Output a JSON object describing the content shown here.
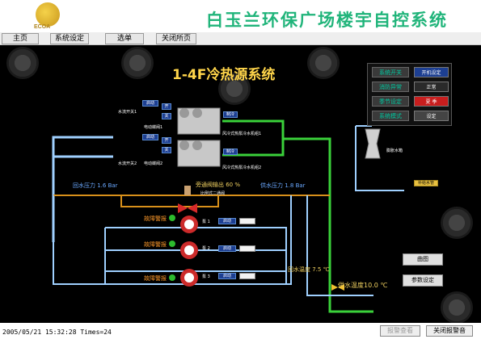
{
  "header": {
    "logo_text": "ECOA",
    "title": "白玉兰环保广场楼宇自控系统"
  },
  "menu": [
    {
      "label": "主页"
    },
    {
      "label": "系统设定"
    },
    {
      "label": "选单"
    },
    {
      "label": "关闭所页"
    }
  ],
  "system": {
    "title": "1-4F冷热源系统",
    "panel": [
      {
        "label": "系统开关",
        "value": "开机设定"
      },
      {
        "label": "消防异常",
        "value": "正常"
      },
      {
        "label": "季节设定",
        "value": "夏 季"
      },
      {
        "label": "系统模式",
        "value": "设定"
      }
    ],
    "chillers": [
      {
        "switch_label": "水流开关1",
        "valve_label": "电动蝶阀1",
        "unit_label": "风冷式热泵冷水机组1",
        "btn_a": "启动",
        "btn_b": "开",
        "btn_c": "关",
        "tag": "制冷"
      },
      {
        "switch_label": "水流开关2",
        "valve_label": "电动蝶阀2",
        "unit_label": "风冷式热泵冷水机组2",
        "btn_a": "启动",
        "btn_b": "开",
        "btn_c": "关",
        "tag": "制冷"
      }
    ],
    "return_pressure": "回水压力  1.6 Bar",
    "supply_pressure": "供水压力  1.8 Bar",
    "bypass_label": "旁通阀输出  60 %",
    "bypass_sub": "比例式二通阀",
    "expansion_tank": "膨胀水箱",
    "makeup": "补给水管",
    "pumps": [
      {
        "fault": "故障警报",
        "name": "泵 1",
        "btn": "启动"
      },
      {
        "fault": "故障警报",
        "name": "泵 2",
        "btn": "启动"
      },
      {
        "fault": "故障警报",
        "name": "泵 3",
        "btn": "启动"
      }
    ],
    "return_temp": "回水温度 7.5 ℃",
    "supply_temp": "供水温度10.0 ℃",
    "side_buttons": [
      "曲图",
      "参数设定"
    ]
  },
  "footer": {
    "status": "2005/05/21 15:32:28 Times=24",
    "btn_disabled": "报警查看",
    "btn_close": "关闭报警音"
  }
}
